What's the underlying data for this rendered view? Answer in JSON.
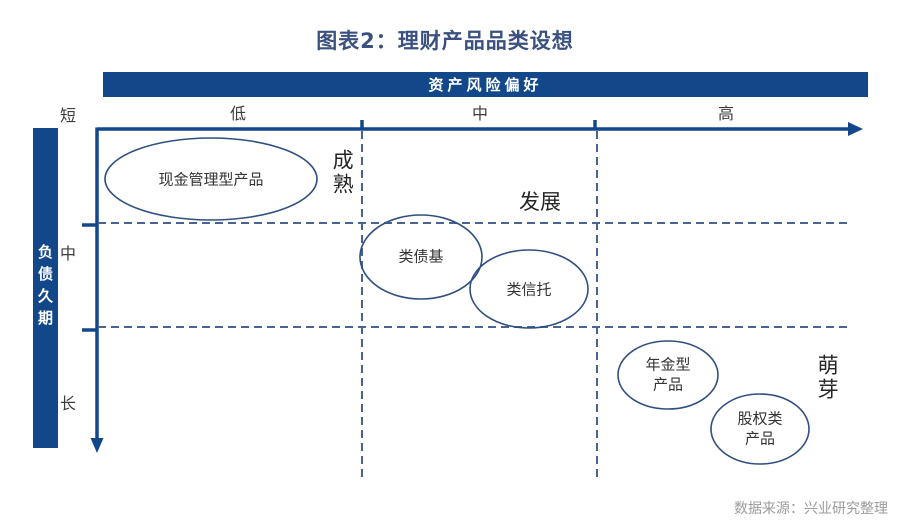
{
  "title": "图表2：理财产品品类设想",
  "x_axis": {
    "title": "资产风险偏好",
    "categories": [
      "低",
      "中",
      "高"
    ]
  },
  "y_axis": {
    "title": "负债久期",
    "categories": [
      "短",
      "中",
      "长"
    ]
  },
  "stages": [
    "成熟",
    "发展",
    "萌芽"
  ],
  "bubbles": [
    {
      "label": "现金管理型产品"
    },
    {
      "label": "类债基"
    },
    {
      "label": "类信托"
    },
    {
      "label": "年金型\n产品"
    },
    {
      "label": "股权类\n产品"
    }
  ],
  "source": "数据来源：兴业研究整理",
  "colors": {
    "axis_navy": "#12478a",
    "dashed_grid": "#4a6390",
    "ellipse_stroke": "#2f5080",
    "title_text": "#3a5180",
    "axis_category_text": "#3c3c3c",
    "stage_text": "#262626",
    "bar_text": "#ffffff",
    "source_text": "#9b9b9b"
  }
}
